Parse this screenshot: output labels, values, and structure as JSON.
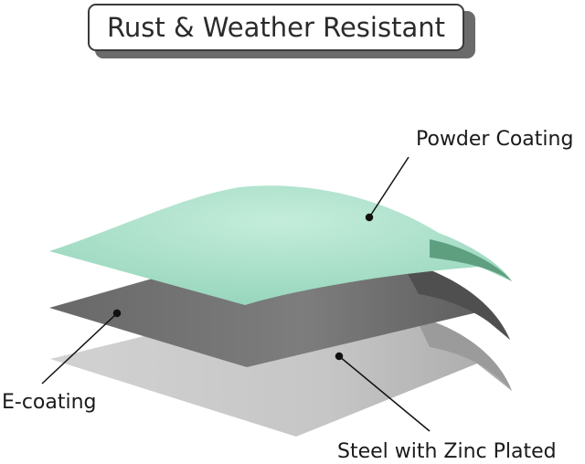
{
  "title": "Rust & Weather Resistant",
  "layers": [
    {
      "label": "Powder Coating",
      "color": "#a3dcc6"
    },
    {
      "label": "E-coating",
      "color": "#6f6f6f"
    },
    {
      "label": "Steel with Zinc Plated",
      "color": "#b8b8b8"
    }
  ]
}
